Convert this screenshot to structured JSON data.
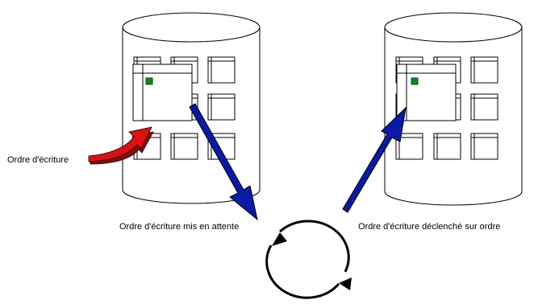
{
  "labels": {
    "write_order": "Ordre d'écriture",
    "write_queued": "Ordre d'écriture mis en attente",
    "write_triggered": "Ordre d'écriture déclenché sur ordre"
  },
  "icons": {
    "left_database": "database-cylinder-icon",
    "right_database": "database-cylinder-icon",
    "incoming_arrow": "curved-red-arrow-icon",
    "queue_arrow": "blue-arrow-down-icon",
    "trigger_arrow": "blue-arrow-up-icon",
    "cycle": "circular-arrows-icon"
  },
  "colors": {
    "incoming_arrow": "#e01010",
    "flow_arrows": "#0a1aa8",
    "page_marker": "#0d8a1a",
    "outline": "#000000",
    "background": "#ffffff"
  }
}
